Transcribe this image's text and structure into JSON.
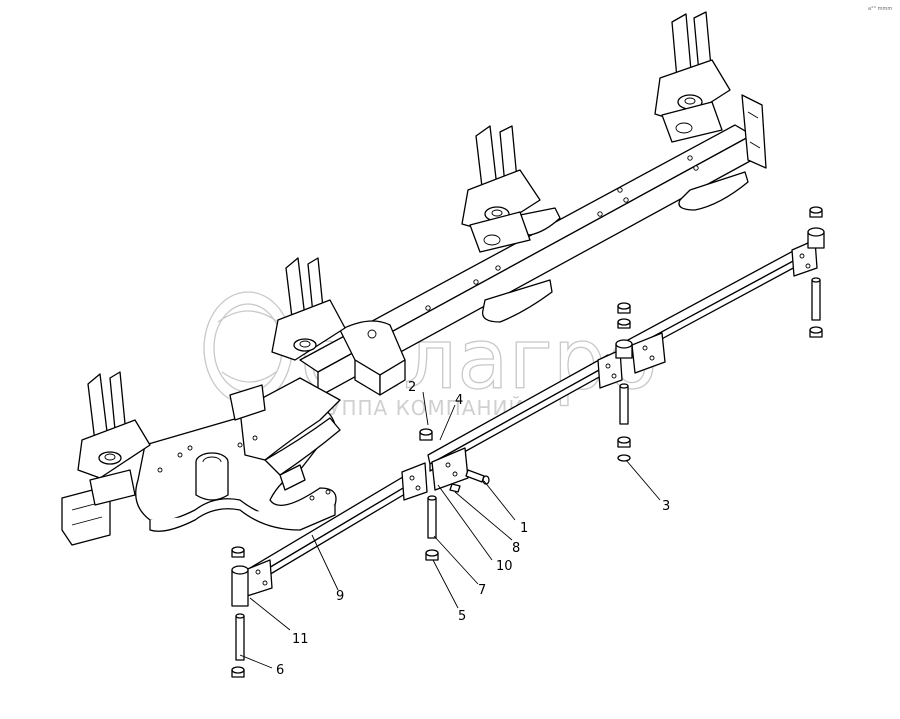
{
  "corner_code": "a°° mmm",
  "watermark": {
    "brand": "белагро",
    "tagline": "ГРУППА КОМПАНИЙ"
  },
  "callouts": [
    {
      "id": "1",
      "label": "1"
    },
    {
      "id": "2",
      "label": "2"
    },
    {
      "id": "3",
      "label": "3"
    },
    {
      "id": "4",
      "label": "4"
    },
    {
      "id": "5",
      "label": "5"
    },
    {
      "id": "6",
      "label": "6"
    },
    {
      "id": "7",
      "label": "7"
    },
    {
      "id": "8",
      "label": "8"
    },
    {
      "id": "9",
      "label": "9"
    },
    {
      "id": "10",
      "label": "10"
    },
    {
      "id": "11",
      "label": "11"
    }
  ]
}
